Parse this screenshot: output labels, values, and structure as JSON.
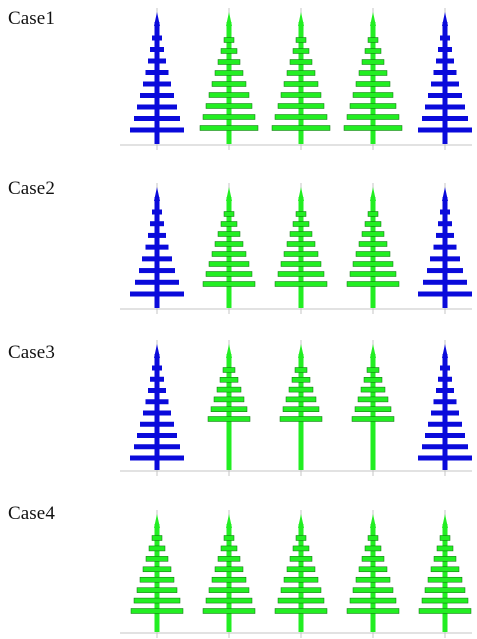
{
  "cases": [
    {
      "label": "Case1",
      "trees": [
        "blue",
        "green",
        "green",
        "green",
        "blue"
      ]
    },
    {
      "label": "Case2",
      "trees": [
        "blue",
        "green",
        "green",
        "green",
        "blue"
      ]
    },
    {
      "label": "Case3",
      "trees": [
        "blue",
        "green",
        "green",
        "green",
        "blue"
      ]
    },
    {
      "label": "Case4",
      "trees": [
        "green",
        "green",
        "green",
        "green",
        "green"
      ]
    }
  ],
  "colors": {
    "blue": "#0a0adb",
    "green": "#22ee22",
    "axis": "#c4c4c4",
    "outline": "#0a6a0a"
  }
}
